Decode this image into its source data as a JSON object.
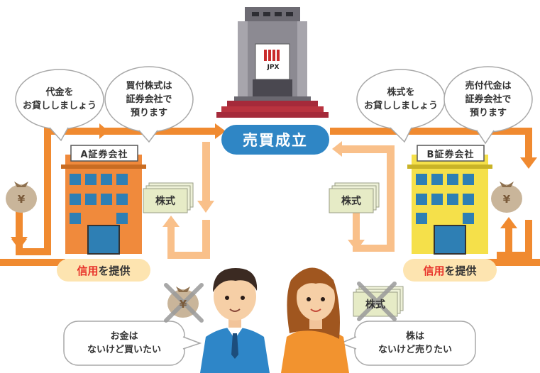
{
  "colors": {
    "flow_arrow": "#f08a30",
    "return_arrow": "#f9c08a",
    "center_badge": "#2f86c5",
    "building_a": "#f08a3c",
    "building_b": "#f5e04a",
    "credit_pill": "#fde4b0",
    "credit_highlight": "#e8332a"
  },
  "center": {
    "label": "売買成立"
  },
  "exchange": {
    "logo_text": "JPX"
  },
  "bubbles": {
    "lend_money": "代金を\nお貸ししましょう",
    "hold_bought_shares": "買付株式は\n証券会社で\n預ります",
    "lend_shares": "株式を\nお貸ししましょう",
    "hold_sale_proceeds": "売付代金は\n証券会社で\n預ります",
    "buyer_wish": "お金は\nないけど買いたい",
    "seller_wish": "株は\nないけど売りたい"
  },
  "firm_a": {
    "sign": "A証券会社",
    "credit_highlight": "信用",
    "credit_rest": "を提供"
  },
  "firm_b": {
    "sign": "B証券会社",
    "credit_highlight": "信用",
    "credit_rest": "を提供"
  },
  "stock_card_left": "株式",
  "stock_card_right": "株式",
  "stock_card_crossed": "株式",
  "money_bag_left": "¥",
  "money_bag_right": "¥",
  "money_bag_crossed": "¥",
  "icons": [
    "money-bag-icon",
    "stock-certificate-icon",
    "building-icon",
    "exchange-building-icon",
    "speech-bubble-icon",
    "person-icon",
    "cross-icon"
  ]
}
